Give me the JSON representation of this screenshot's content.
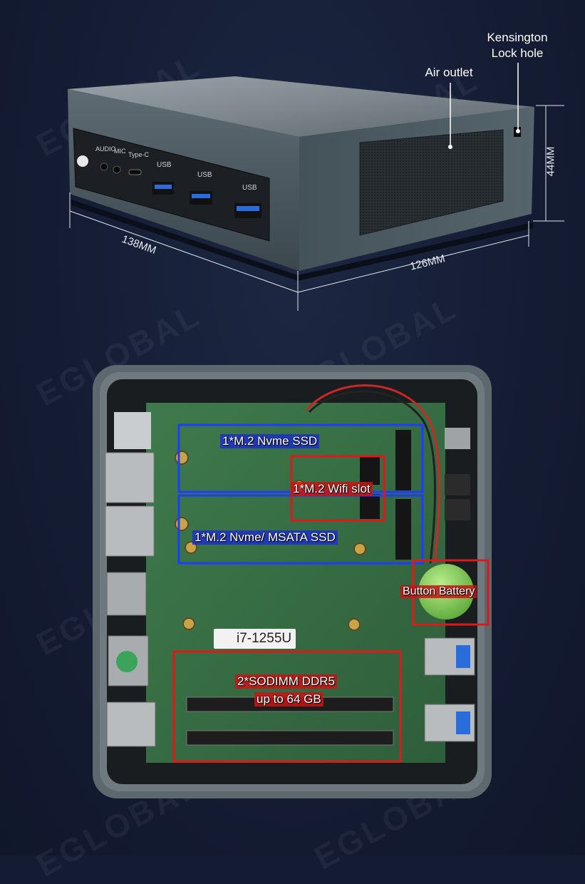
{
  "watermark": "EGLOBAL",
  "ports_labels": {
    "audio": "AUDIO",
    "mic": "MIC",
    "typec": "Type-C",
    "usb1": "USB",
    "usb2": "USB",
    "usb3": "USB"
  },
  "callouts": {
    "kensington": "Kensington\nLock hole",
    "air_outlet": "Air outlet"
  },
  "dimensions": {
    "width": "138MM",
    "depth": "126MM",
    "height": "44MM"
  },
  "board_labels": {
    "nvme_ssd": "1*M.2 Nvme SSD",
    "wifi": "1*M.2 Wifi slot",
    "msata": "1*M.2 Nvme/ MSATA SSD",
    "battery": "Button Battery",
    "ram_line1": "2*SODIMM DDR5",
    "ram_line2": "up to 64 GB",
    "cpu": "i7-1255U"
  },
  "colors": {
    "background": "#141c33",
    "blue_box": "#1e3cff",
    "red_box": "#e01818"
  }
}
